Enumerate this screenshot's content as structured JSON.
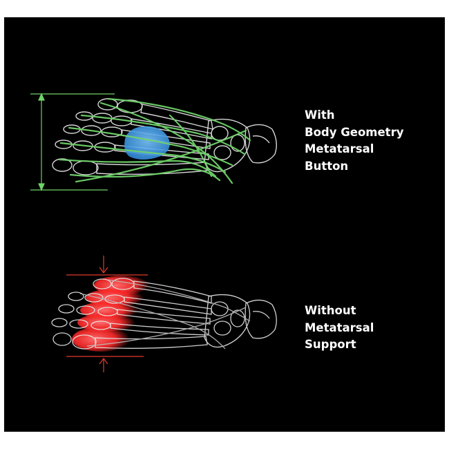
{
  "figure": {
    "top": {
      "caption_lines": [
        "With",
        "Body Geometry",
        "Metatarsal",
        "Button"
      ],
      "tendon_color": "#6fd36a",
      "button_color": "#4fa8e6"
    },
    "bottom": {
      "caption_lines": [
        "Without",
        "Metatarsal",
        "Support"
      ],
      "pressure_color": "#ff2a2a"
    },
    "bone_color": "#e8e8e8",
    "background_color": "#000000"
  }
}
